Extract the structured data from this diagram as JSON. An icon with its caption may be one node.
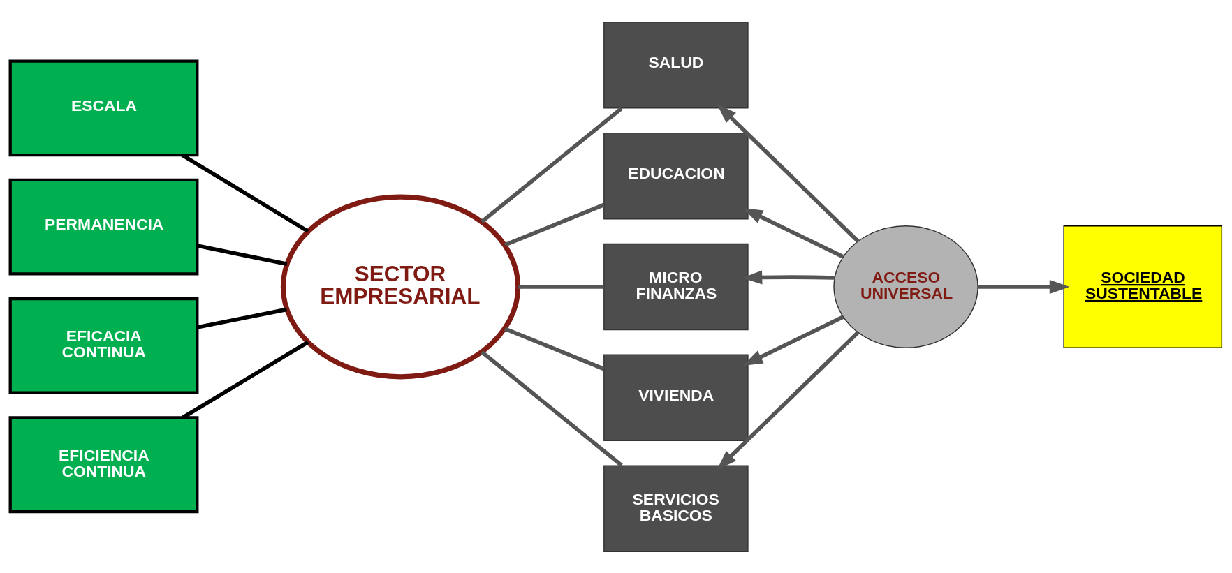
{
  "diagram": {
    "nodes": [
      {
        "text": [
          "ESCALA"
        ]
      },
      {
        "text": [
          "PERMANENCIA"
        ]
      },
      {
        "text": [
          "EFICACIA CONTINUA"
        ]
      },
      {
        "text": [
          "EFICIENCIA CONTINUA"
        ]
      },
      {
        "text": [
          "SECTOR EMPRESARIAL"
        ]
      },
      {
        "text": [
          "SALUD"
        ]
      },
      {
        "text": [
          "EDUCACION"
        ]
      },
      {
        "text": [
          "MICRO FINANZAS"
        ]
      },
      {
        "text": [
          "VIVIENDA"
        ]
      },
      {
        "text": [
          "SERVICIOS BASICOS"
        ]
      },
      {
        "text": [
          "ACCESO UNIVERSAL"
        ]
      },
      {
        "text": [
          "SOCIEDAD SUSTENTABLE"
        ]
      }
    ],
    "edges": [
      {
        "from": 0,
        "to": 4,
        "arrow": "none",
        "color": "#000000"
      },
      {
        "from": 1,
        "to": 4,
        "arrow": "none",
        "color": "#000000"
      },
      {
        "from": 2,
        "to": 4,
        "arrow": "none",
        "color": "#000000"
      },
      {
        "from": 3,
        "to": 4,
        "arrow": "none",
        "color": "#000000"
      },
      {
        "from": 4,
        "to": 5,
        "arrow": "none"
      },
      {
        "from": 4,
        "to": 6,
        "arrow": "none"
      },
      {
        "from": 4,
        "to": 7,
        "arrow": "none"
      },
      {
        "from": 4,
        "to": 8,
        "arrow": "none"
      },
      {
        "from": 4,
        "to": 9,
        "arrow": "none"
      },
      {
        "from": 10,
        "to": 5,
        "arrow": "to"
      },
      {
        "from": 10,
        "to": 6,
        "arrow": "to"
      },
      {
        "from": 10,
        "to": 7,
        "arrow": "to"
      },
      {
        "from": 10,
        "to": 8,
        "arrow": "to"
      },
      {
        "from": 10,
        "to": 9,
        "arrow": "to"
      },
      {
        "from": 10,
        "to": 11,
        "arrow": "to"
      }
    ]
  }
}
